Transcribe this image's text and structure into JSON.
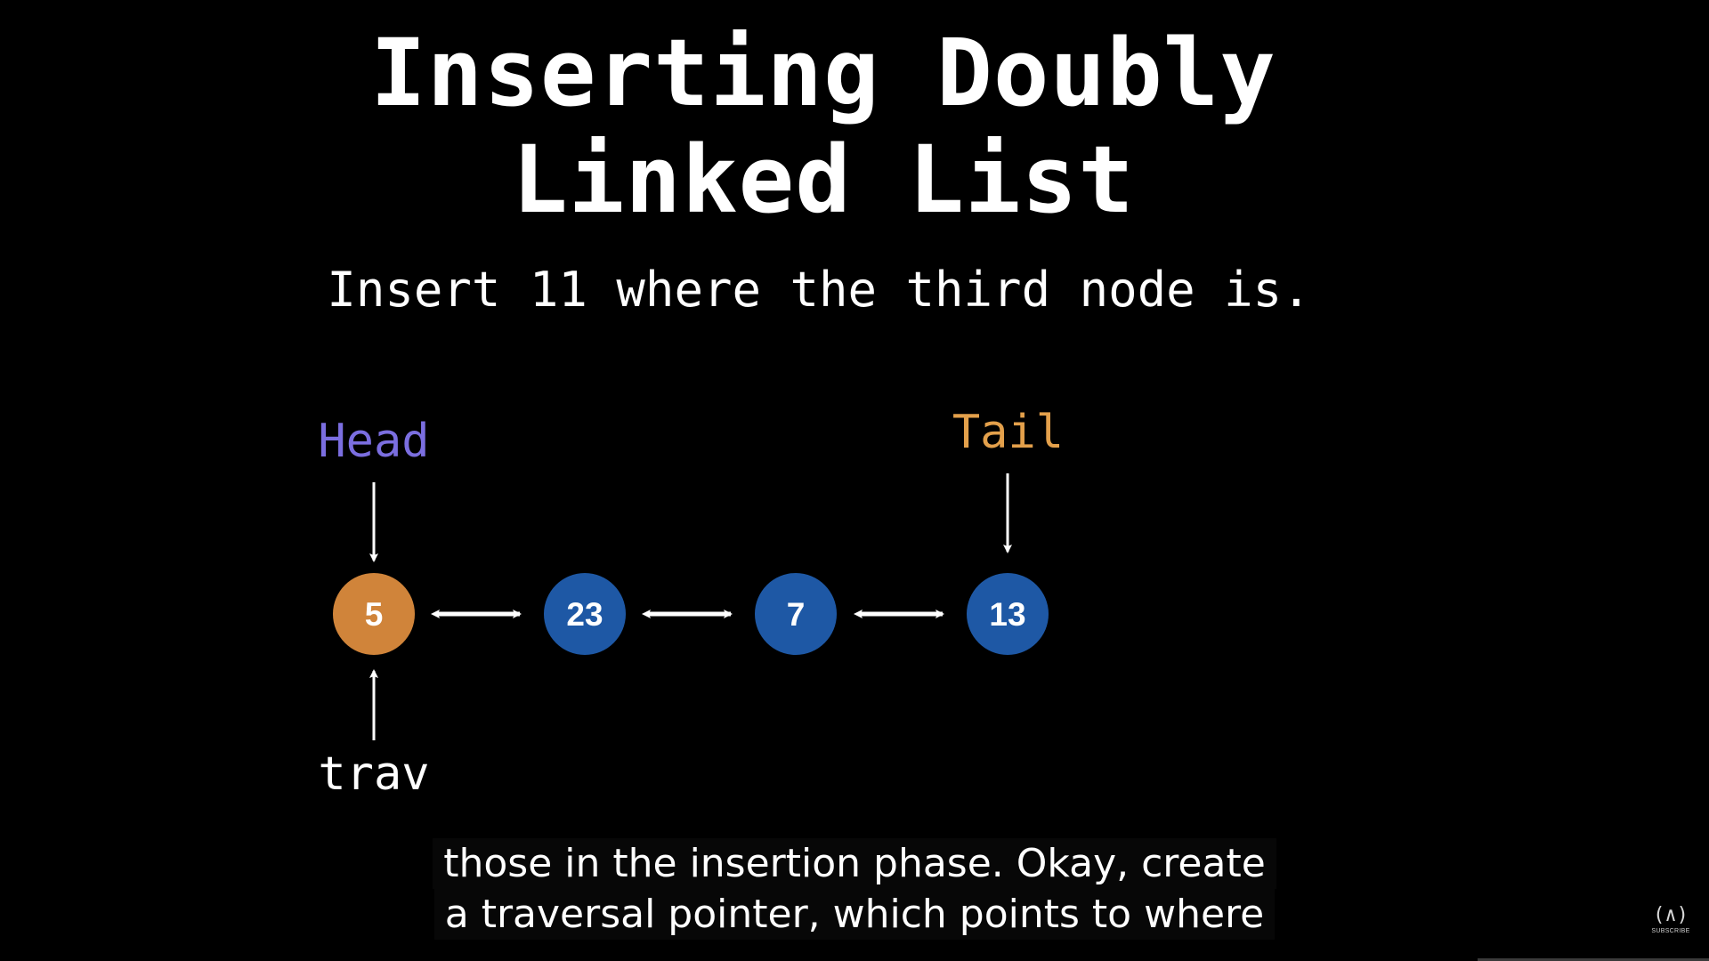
{
  "slide": {
    "title_line1": "Inserting Doubly",
    "title_line2": "Linked List",
    "subtitle": "Insert 11 where the third node is."
  },
  "diagram": {
    "nodes": [
      {
        "value": "5",
        "color": "#d0843a"
      },
      {
        "value": "23",
        "color": "#1e58a5"
      },
      {
        "value": "7",
        "color": "#1e58a5"
      },
      {
        "value": "13",
        "color": "#1e58a5"
      }
    ],
    "pointers": {
      "head": {
        "label": "Head",
        "color": "#7b6ee0",
        "target_node": 0
      },
      "tail": {
        "label": "Tail",
        "color": "#e3a04b",
        "target_node": 3
      },
      "trav": {
        "label": "trav",
        "color": "#ffffff",
        "target_node": 0
      }
    }
  },
  "caption": {
    "line1": "those in the insertion phase. Okay, create",
    "line2": "a traversal pointer, which points to where"
  },
  "channel_logo": {
    "glyph": "(∧)",
    "text": "SUBSCRIBE"
  }
}
